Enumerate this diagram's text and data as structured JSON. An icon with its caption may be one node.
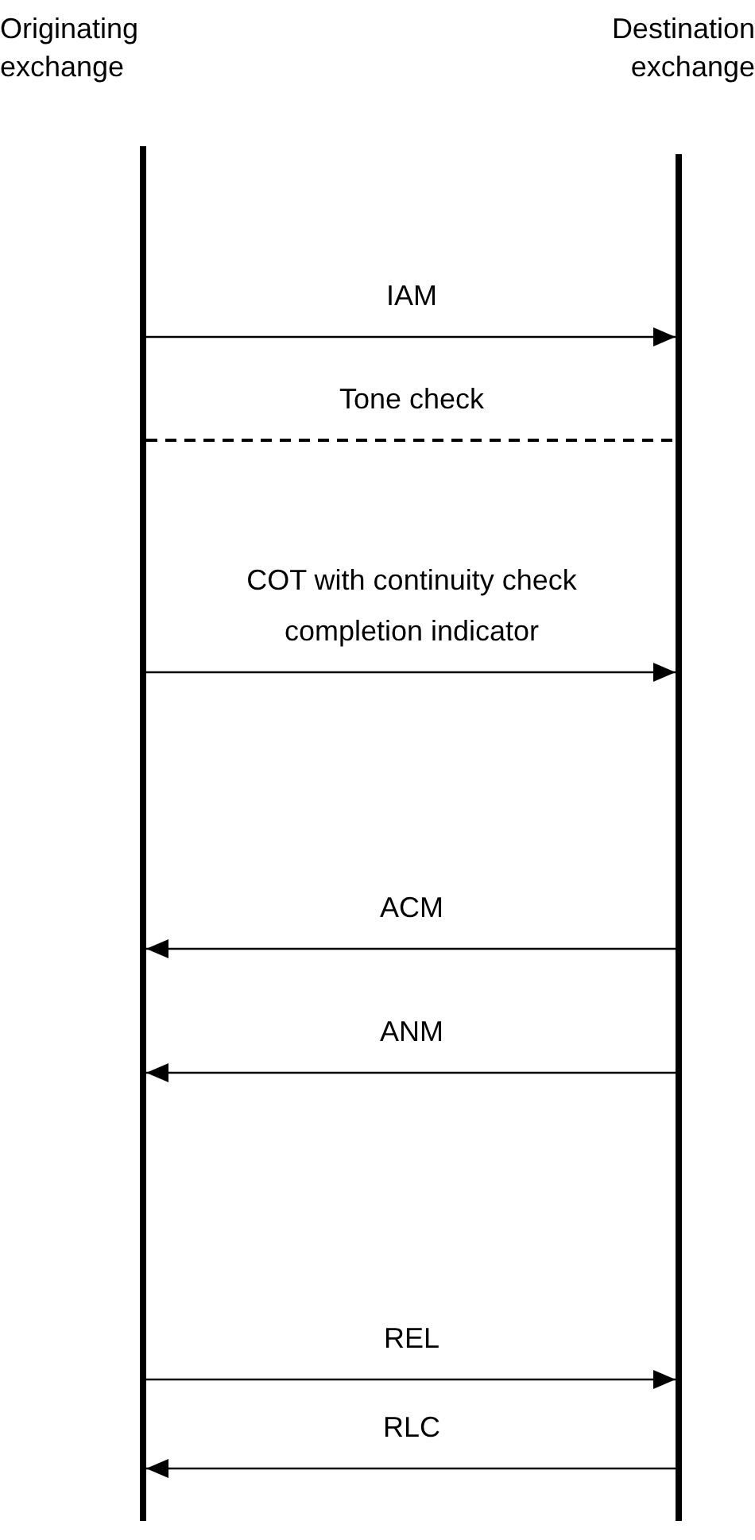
{
  "diagram": {
    "nodes": [
      {
        "text": [
          "Originating exchange"
        ]
      },
      {
        "text": [
          "Destination exchange"
        ]
      },
      {
        "text": [],
        "shape": "bar"
      },
      {
        "text": [],
        "shape": "bar"
      }
    ],
    "edges": [
      {
        "from": 2,
        "to": 3,
        "arrow": "to",
        "label": "IAM"
      },
      {
        "from": 2,
        "to": 3,
        "arrow": "none",
        "label": "Tone check",
        "style": "dashed"
      },
      {
        "from": 2,
        "to": 3,
        "arrow": "to",
        "label": "COT with continuity check completion indicator"
      },
      {
        "from": 3,
        "to": 2,
        "arrow": "to",
        "label": "ACM"
      },
      {
        "from": 3,
        "to": 2,
        "arrow": "to",
        "label": "ANM"
      },
      {
        "from": 2,
        "to": 3,
        "arrow": "to",
        "label": "REL"
      },
      {
        "from": 3,
        "to": 2,
        "arrow": "to",
        "label": "RLC"
      }
    ]
  }
}
